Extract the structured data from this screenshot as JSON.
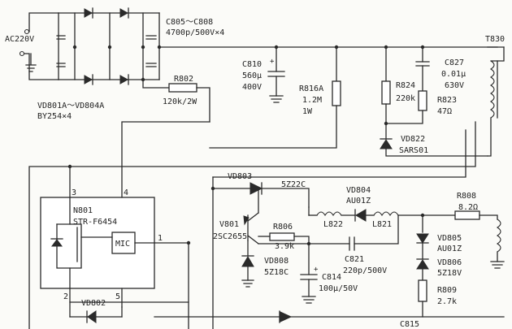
{
  "labels": {
    "ac_input": "AC220V",
    "c805_c808": "C805～C808",
    "c805_c808_value": "4700p/500V×4",
    "bridge_name": "VD801A～VD804A",
    "bridge_value": "BY254×4",
    "r802": "R802",
    "r802_value": "120k/2W",
    "c810": "C810",
    "c810_cap": "560μ",
    "c810_volt": "400V",
    "r816a": "R816A",
    "r816a_value": "1.2M",
    "r816a_power": "1W",
    "r824": "R824",
    "r824_value": "220k",
    "c827": "C827",
    "c827_cap": "0.01μ",
    "c827_volt": "630V",
    "r823": "R823",
    "r823_value": "47Ω",
    "vd822": "VD822",
    "vd822_value": "SARS01",
    "t830": "T830",
    "vd803": "VD803",
    "vd803_value": "5Z22C",
    "vd804": "VD804",
    "vd804_value": "AU01Z",
    "l822": "L822",
    "l821": "L821",
    "r808": "R808",
    "r808_value": "8.2Ω",
    "v801": "V801",
    "v801_value": "2SC2655",
    "r806": "R806",
    "r806_value": "3.9k",
    "vd808": "VD808",
    "vd808_value": "5Z18C",
    "c821": "C821",
    "c821_value": "220p/500V",
    "c814": "C814",
    "c814_value": "100μ/50V",
    "vd805": "VD805",
    "vd805_value": "AU01Z",
    "vd806": "VD806",
    "vd806_value": "5Z18V",
    "r809": "R809",
    "r809_value": "2.7k",
    "n801": "N801",
    "n801_value": "STR-F6454",
    "mic": "MIC",
    "pin1": "1",
    "pin2": "2",
    "pin3": "3",
    "pin4": "4",
    "pin5": "5",
    "vd802": "VD802",
    "c815": "C815",
    "plus_c810": "+",
    "plus_c814": "+"
  }
}
